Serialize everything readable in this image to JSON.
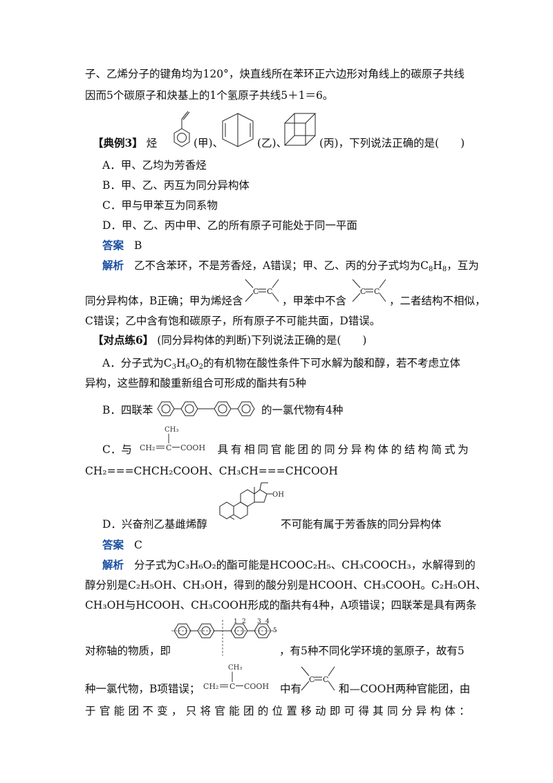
{
  "intro": {
    "line1": "子、乙烯分子的键角均为120°，炔直线所在苯环正六边形对角线上的碳原子共线",
    "line2": "因而5个碳原子和炔基上的1个氢原子共线5＋1＝6。"
  },
  "example3": {
    "tag": "【典例3】",
    "lead": "烃",
    "jia": "(甲)、",
    "yi": "(乙)、",
    "bing": "(丙)，下列说法正确的是(　　)",
    "optA": "A．甲、乙均为芳香烃",
    "optB": "B．甲、乙、丙互为同分异构体",
    "optC": "C．甲与甲苯互为同系物",
    "optD": "D．甲、乙、丙中甲、乙的所有原子可能处于同一平面",
    "answer_label": "答案",
    "answer": "B",
    "analysis_label": "解析",
    "a1_pre": "乙不含苯环，不是芳香烃，A错误；甲、乙、丙的分子式均为C",
    "a1_s1": "8",
    "a1_m": "H",
    "a1_s2": "8",
    "a1_post": "，互为",
    "a2_1": "同分异构体，B正确；甲为烯烃含",
    "a2_2": "，甲苯中不含",
    "a2_3": "，二者结构不相似，",
    "a3": "C错误；乙中含有饱和碳原子，所有原子不可能共面，D错误。"
  },
  "practice6": {
    "tag": "【对点练6】",
    "title": "(同分异构体的判断)下列说法正确的是(　　)",
    "A1_pre": "A．分子式为C",
    "A1_s1": "3",
    "A1_m": "H",
    "A1_s2": "6",
    "A1_m2": "O",
    "A1_s3": "2",
    "A1_post": "的有机物在酸性条件下可水解为酸和醇，若不考虑立体",
    "A2": "异构，这些醇和酸重新组合可形成的酯共有5种",
    "B_pre": "B．四联苯",
    "B_post": "的一氯代物有4种",
    "C_words": [
      "C．与",
      "具",
      "有",
      "相",
      "同",
      "官",
      "能",
      "团",
      "的",
      "同",
      "分",
      "异",
      "构",
      "体",
      "的",
      "结",
      "构",
      "简",
      "式",
      "为"
    ],
    "C2": "CH₂===CHCH₂COOH、CH₃CH===CHCOOH",
    "D_pre": "D．兴奋剂乙基雌烯醇",
    "D_post": "不可能有属于芳香族的同分异构体",
    "answer_label": "答案",
    "answer": "C",
    "analysis_label": "解析",
    "s1": "分子式为C₃H₆O₂的酯可能是HCOOC₂H₅、CH₃COOCH₃，水解得到的",
    "s2": "醇分别是C₂H₅OH、CH₃OH，得到的酸分别是HCOOH、CH₃COOH。C₂H₅OH、",
    "s3": "CH₃OH与HCOOH、CH₃COOH形成的酯共有4种，A项错误；四联苯是具有两条",
    "s4_pre": "对称轴的物质，即",
    "s4_post": "，有5种不同化学环境的氢原子，故有5",
    "s5_pre": "种一氯代物，B项错误；",
    "s5_mid": "中有",
    "s5_post": "和—COOH两种官能团，由",
    "s6_words": [
      "于",
      "官",
      "能",
      "团",
      "不",
      "变",
      "，",
      "只",
      "将",
      "官",
      "能",
      "团",
      "的",
      "位",
      "置",
      "移",
      "动",
      "即",
      "可",
      "得",
      "其",
      "同",
      "分",
      "异",
      "构",
      "体",
      "："
    ]
  },
  "labels": {
    "ch3": "CH₃",
    "ch2": "CH₂",
    "c": "C",
    "cooh": "COOH",
    "oh": "OH",
    "n1": "1",
    "n2": "2",
    "n3": "3",
    "n4": "4",
    "n5": "5"
  }
}
